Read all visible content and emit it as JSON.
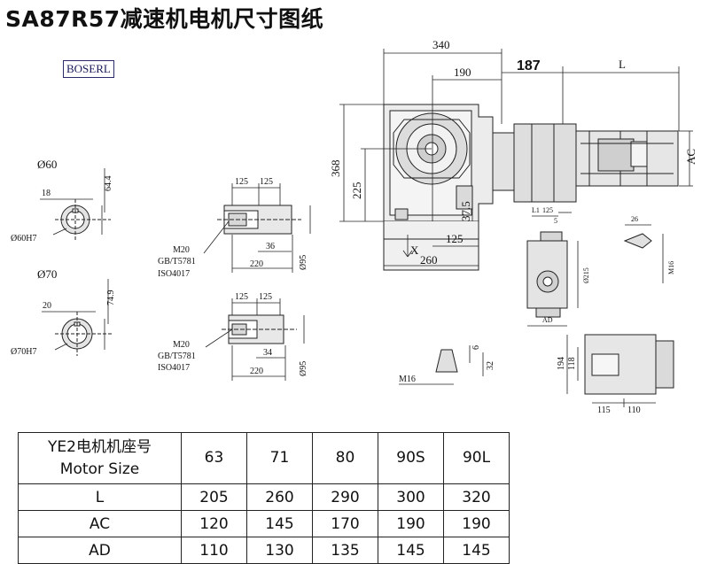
{
  "title": "SA87R57减速机电机尺寸图纸",
  "logo": "BOSERL",
  "dims": {
    "w340": "340",
    "w190": "190",
    "w187": "187",
    "wL": "L",
    "hAC": "AC",
    "h368": "368",
    "h225": "225",
    "h37": "37.5",
    "w125": "125",
    "w260": "260",
    "axisX": "X",
    "d60": "Ø60",
    "d60h7": "Ø60H7",
    "d18": "18",
    "d64": "64.4",
    "d70": "Ø70",
    "d70h7": "Ø70H7",
    "d20": "20",
    "d74": "74.9",
    "s1_125a": "125",
    "s1_125b": "125",
    "s1_m20": "M20",
    "s1_gb": "GB/T5781",
    "s1_iso": "ISO4017",
    "s1_36": "36",
    "s1_220": "220",
    "s1_95": "Ø95",
    "s2_125a": "125",
    "s2_125b": "125",
    "s2_m20": "M20",
    "s2_gb": "GB/T5781",
    "s2_iso": "ISO4017",
    "s2_34": "34",
    "s2_220": "220",
    "s2_95": "Ø95",
    "f_l1": "L1",
    "f_125": "125",
    "f_5": "5",
    "f_215": "Ø215",
    "f_ad": "AD",
    "k_26": "26",
    "k_m16": "M16",
    "b_m16": "M16",
    "b_6": "6",
    "b_32": "32",
    "p_194": "194",
    "p_118": "118",
    "p_115": "115",
    "p_110": "110"
  },
  "table": {
    "header_line1": "YE2电机机座号",
    "header_line2": "Motor Size",
    "sizes": [
      "63",
      "71",
      "80",
      "90S",
      "90L"
    ],
    "rows": [
      {
        "label": "L",
        "values": [
          "205",
          "260",
          "290",
          "300",
          "320"
        ]
      },
      {
        "label": "AC",
        "values": [
          "120",
          "145",
          "170",
          "190",
          "190"
        ]
      },
      {
        "label": "AD",
        "values": [
          "110",
          "130",
          "135",
          "145",
          "145"
        ]
      }
    ]
  }
}
